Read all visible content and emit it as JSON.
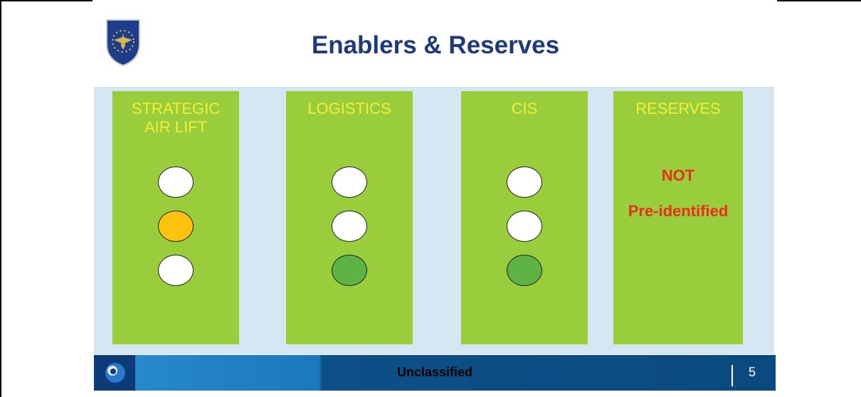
{
  "slide": {
    "title": "Enablers & Reserves",
    "columns": [
      {
        "label_line1": "STRATEGIC",
        "label_line2": "AIR LIFT",
        "lights": [
          "white",
          "amber",
          "white"
        ]
      },
      {
        "label_line1": "LOGISTICS",
        "label_line2": "",
        "lights": [
          "white",
          "white",
          "green"
        ]
      },
      {
        "label_line1": "CIS",
        "label_line2": "",
        "lights": [
          "white",
          "white",
          "green"
        ]
      },
      {
        "label_line1": "RESERVES",
        "label_line2": "",
        "status_line1": "NOT",
        "status_line2": "Pre-identified"
      }
    ],
    "footer": {
      "classification": "Unclassified",
      "page_number": "5"
    }
  },
  "colors": {
    "title": "#1f3a7a",
    "column_bg": "#9acd3c",
    "column_heading": "#f2ef3a",
    "panel_bg": "#d6e6f3",
    "light_white": "#ffffff",
    "light_amber": "#ffc20e",
    "light_green": "#5db445",
    "reserves_text": "#e8301c"
  },
  "icons": {
    "logo": "shield-emblem-icon",
    "footer": "globe-icon"
  }
}
